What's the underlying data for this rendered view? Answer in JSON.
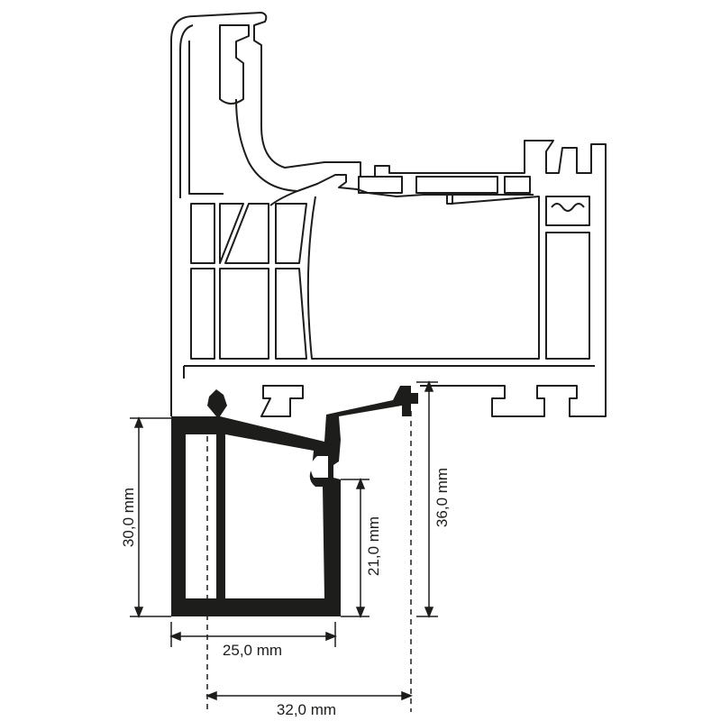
{
  "diagram": {
    "colors": {
      "line": "#1d1d1b",
      "fill_profile": "#ffffff",
      "fill_adapter": "#1d1d1b",
      "background": "#ffffff"
    },
    "dimensions": {
      "height_left": "30,0 mm",
      "height_inner": "21,0 mm",
      "height_right": "36,0 mm",
      "width_inner": "25,0 mm",
      "width_outer": "32,0 mm"
    }
  }
}
